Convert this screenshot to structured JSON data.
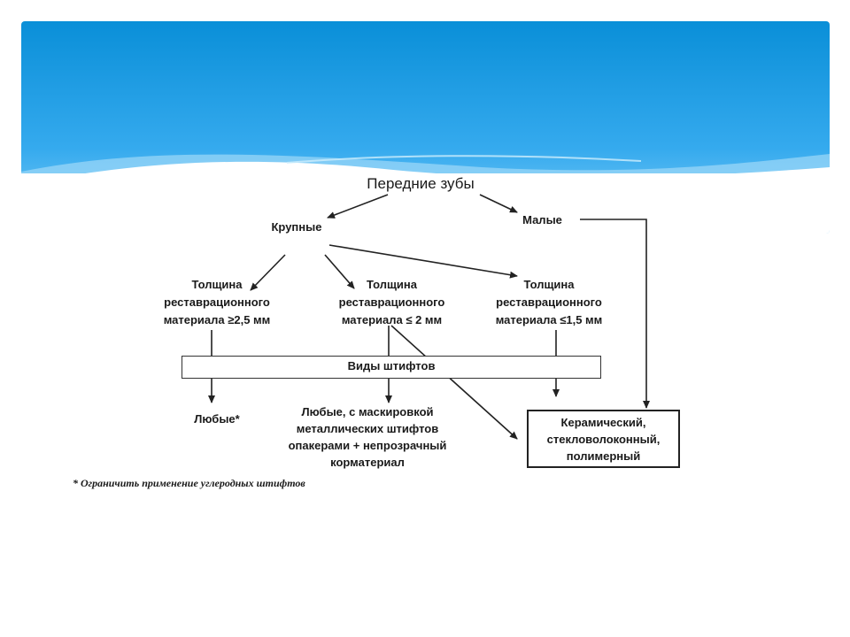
{
  "colors": {
    "sky_top": "#0a8fd8",
    "sky_mid": "#35aaee",
    "sky_light": "#86d0f7",
    "ink": "#1a1a1a"
  },
  "diagram": {
    "root": "Передние зубы",
    "large": "Крупные",
    "small": "Малые",
    "thickness_1": [
      "Толщина",
      "реставрационного",
      "материала ≥2,5 мм"
    ],
    "thickness_2": [
      "Толщина",
      "реставрационного",
      "материала ≤ 2 мм"
    ],
    "thickness_3": [
      "Толщина",
      "реставрационного",
      "материала ≤1,5 мм"
    ],
    "pin_types": "Виды штифтов",
    "any": "Любые*",
    "any_masked": [
      "Любые, с маскировкой",
      "металлических штифтов",
      "опакерами + непрозрачный",
      "корматериал"
    ],
    "materials": [
      "Керамический,",
      "стекловолоконный,",
      "полимерный"
    ],
    "footnote": "* Ограничить применение углеродных штифтов"
  }
}
